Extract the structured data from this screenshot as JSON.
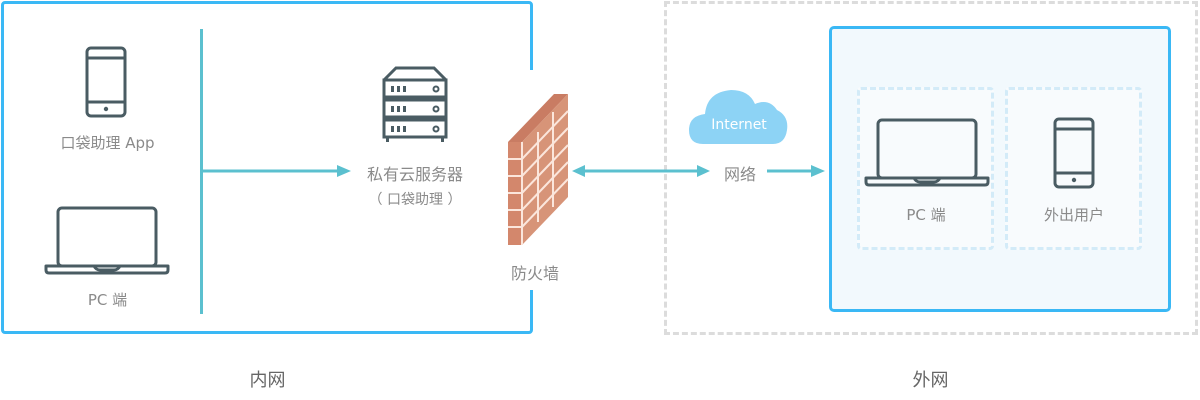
{
  "colors": {
    "boundary": "#3ab8f5",
    "connector": "#5bc0cf",
    "icon": "#4a5c63",
    "cloud": "#8dd3f5",
    "brick": "#d3876c",
    "dashed_outer": "#dcdcdc",
    "dashed_inner": "#d3ebf8"
  },
  "intranet": {
    "zone_label": "内网",
    "devices": [
      {
        "icon": "mobile-phone-icon",
        "label": "口袋助理 App"
      },
      {
        "icon": "laptop-icon",
        "label": "PC 端"
      }
    ],
    "server": {
      "icon": "server-rack-icon",
      "label": "私有云服务器",
      "sublabel": "（ 口袋助理 ）"
    },
    "firewall": {
      "icon": "brick-wall-icon",
      "label": "防火墙"
    }
  },
  "extranet": {
    "zone_label": "外网",
    "network": {
      "icon": "cloud-icon",
      "cloud_text": "Internet",
      "label": "网络"
    },
    "users": [
      {
        "icon": "laptop-icon",
        "label": "PC 端"
      },
      {
        "icon": "mobile-phone-icon",
        "label": "外出用户"
      }
    ]
  }
}
